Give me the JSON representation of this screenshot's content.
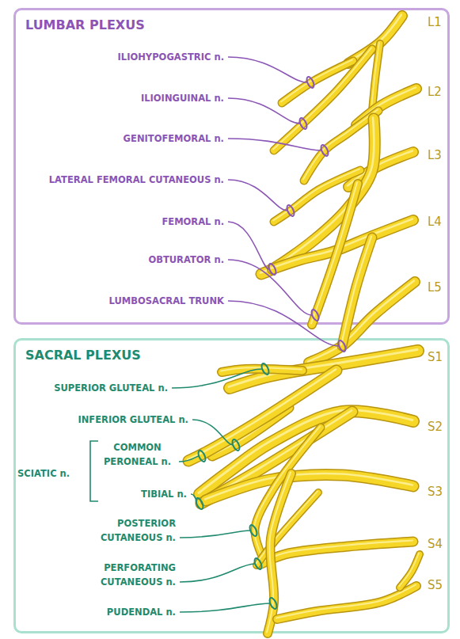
{
  "diagram": {
    "nodes": [
      {
        "text": [
          "LUMBAR PLEXUS"
        ]
      },
      {
        "text": [
          "SACRAL PLEXUS"
        ]
      }
    ],
    "labels": [
      "L1",
      "ILIOHYPOGASTRIC n.",
      "L2",
      "ILIOINGUINAL n.",
      "GENITOFEMORAL n.",
      "L3",
      "LATERAL FEMORAL CUTANEOUS n.",
      "FEMORAL n.",
      "L4",
      "OBTURATOR n.",
      "L5",
      "LUMBOSACRAL TRUNK",
      "SUPERIOR GLUTEAL n.",
      "S1",
      "INFERIOR GLUTEAL n.",
      "S2",
      "SCIATIC n.",
      "COMMON PERONEAL n.",
      "TIBIAL n.",
      "S3",
      "POSTERIOR CUTANEOUS n.",
      "S4",
      "PERFORATING CUTANEOUS n.",
      "S5",
      "PUDENDAL n."
    ]
  }
}
